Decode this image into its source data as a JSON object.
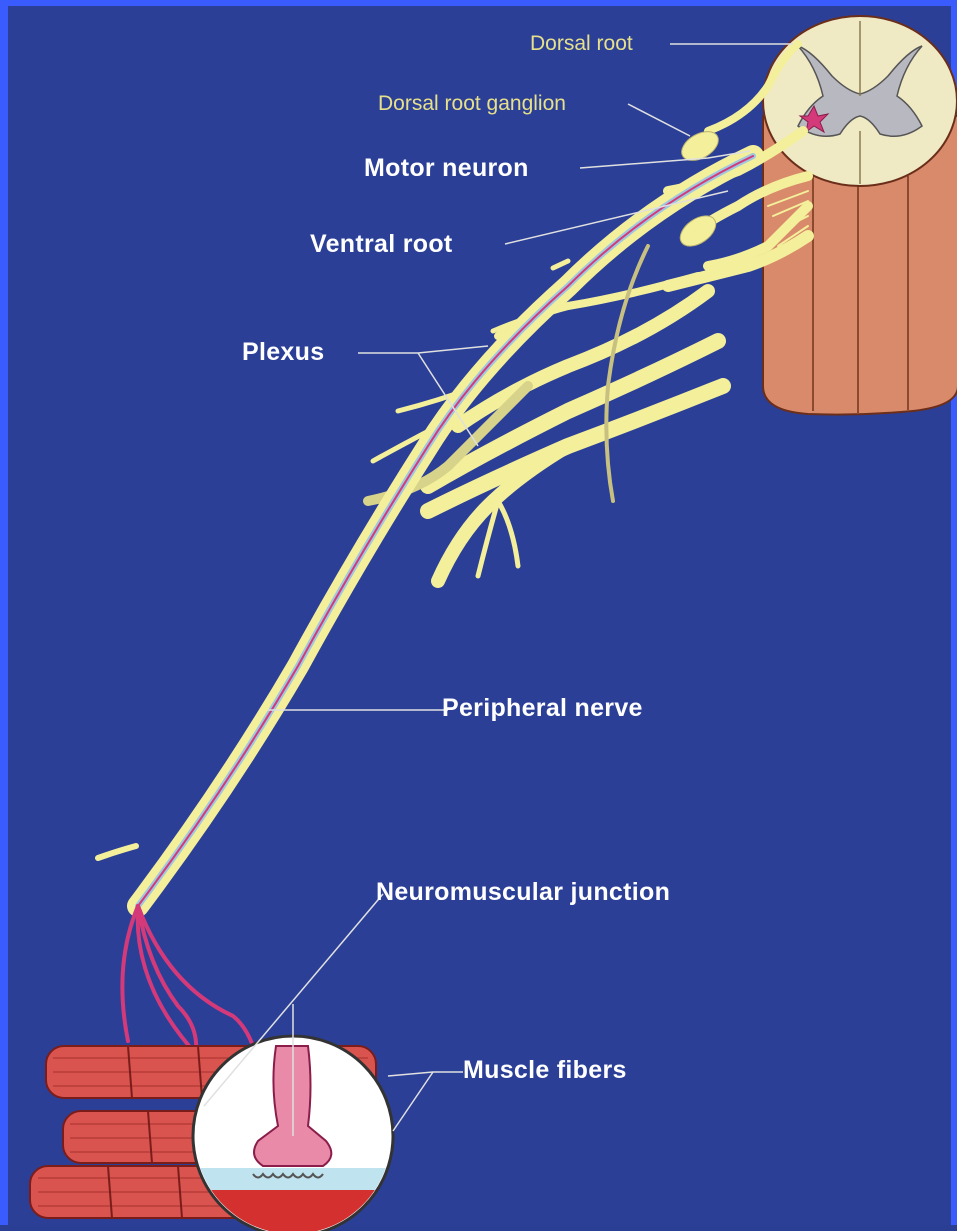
{
  "labels": {
    "dorsal_root": "Dorsal root",
    "dorsal_root_ganglion": "Dorsal root ganglion",
    "motor_neuron": "Motor neuron",
    "ventral_root": "Ventral root",
    "plexus": "Plexus",
    "peripheral_nerve": "Peripheral nerve",
    "neuromuscular_junction": "Neuromuscular junction",
    "muscle_fibers": "Muscle fibers"
  },
  "colors": {
    "background": "#2b3f97",
    "frame": "#3a5cff",
    "nerve": "#f3ef9a",
    "axon": "#d43a7a",
    "spinal_cord": "#d98a6a",
    "white_matter": "#efe9c4",
    "gray_matter": "#b8b8c0",
    "muscle": "#d9534f",
    "label_white": "#ffffff",
    "label_yellow": "#e6e08a"
  }
}
